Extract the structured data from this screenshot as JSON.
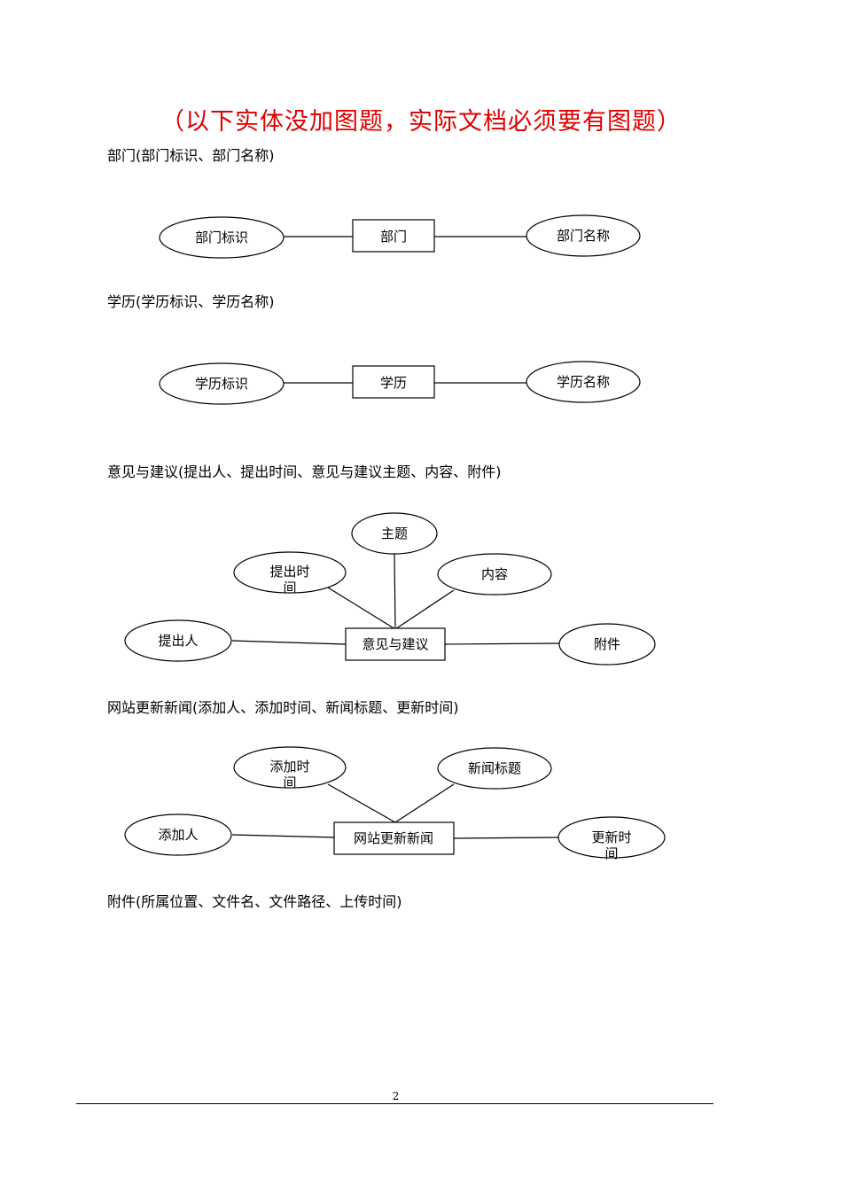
{
  "note": "（以下实体没加图题，实际文档必须要有图题）",
  "captions": {
    "dept": "部门(部门标识、部门名称)",
    "edu": "学历(学历标识、学历名称)",
    "suggest": "意见与建议(提出人、提出时间、意见与建议主题、内容、附件)",
    "news": "网站更新新闻(添加人、添加时间、新闻标题、更新时间)",
    "attach": "附件(所属位置、文件名、文件路径、上传时间)"
  },
  "diagrams": {
    "dept": {
      "entity": "部门",
      "attributes": [
        "部门标识",
        "部门名称"
      ]
    },
    "edu": {
      "entity": "学历",
      "attributes": [
        "学历标识",
        "学历名称"
      ]
    },
    "suggest": {
      "entity": "意见与建议",
      "attributes": {
        "subject": "主题",
        "time_line1": "提出时",
        "time_line2": "间",
        "content": "内容",
        "person": "提出人",
        "attachment": "附件"
      }
    },
    "news": {
      "entity": "网站更新新闻",
      "attributes": {
        "add_time_line1": "添加时",
        "add_time_line2": "间",
        "title": "新闻标题",
        "add_person": "添加人",
        "update_time_line1": "更新时",
        "update_time_line2": "间"
      }
    }
  },
  "page_number": "2"
}
